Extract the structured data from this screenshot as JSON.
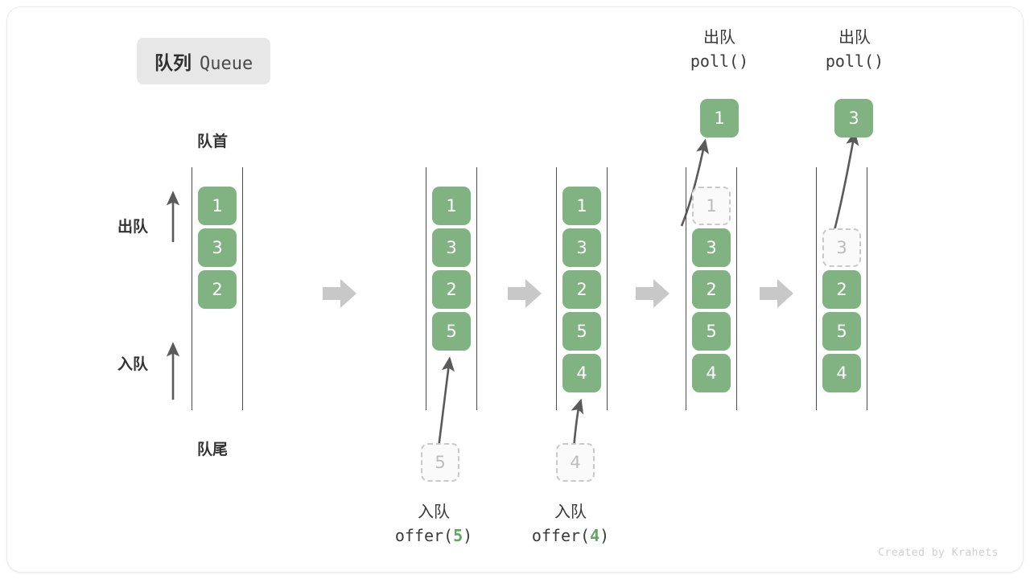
{
  "title": {
    "cn": "队列",
    "en": "Queue"
  },
  "axis_labels": {
    "head": "队首",
    "tail": "队尾",
    "dequeue": "出队",
    "enqueue": "入队"
  },
  "credit": "Created by Krahets",
  "colors": {
    "cell_fill": "#81b281",
    "cell_text": "#ffffff",
    "ghost_border": "#c9c9c9",
    "ghost_text": "#bcbcbc",
    "rail": "#4d4d4d",
    "step_arrow": "#c8c8c8",
    "badge_bg": "#e7e7e7",
    "accent_number": "#60a561"
  },
  "operations": [
    {
      "id": "offer5",
      "cn": "入队",
      "fn_prefix": "offer(",
      "value": "5",
      "fn_suffix": ")",
      "position": "bottom"
    },
    {
      "id": "offer4",
      "cn": "入队",
      "fn_prefix": "offer(",
      "value": "4",
      "fn_suffix": ")",
      "position": "bottom"
    },
    {
      "id": "poll1",
      "cn": "出队",
      "fn_prefix": "poll(",
      "value": "",
      "fn_suffix": ")",
      "position": "top"
    },
    {
      "id": "poll2",
      "cn": "出队",
      "fn_prefix": "poll(",
      "value": "",
      "fn_suffix": ")",
      "position": "top"
    }
  ],
  "stages": [
    {
      "id": "stage-initial",
      "cells": [
        {
          "value": "1",
          "state": "filled"
        },
        {
          "value": "3",
          "state": "filled"
        },
        {
          "value": "2",
          "state": "filled"
        }
      ]
    },
    {
      "id": "stage-after-offer-5",
      "cells": [
        {
          "value": "1",
          "state": "filled"
        },
        {
          "value": "3",
          "state": "filled"
        },
        {
          "value": "2",
          "state": "filled"
        },
        {
          "value": "5",
          "state": "filled"
        }
      ],
      "incoming": {
        "value": "5",
        "state": "ghost"
      }
    },
    {
      "id": "stage-after-offer-4",
      "cells": [
        {
          "value": "1",
          "state": "filled"
        },
        {
          "value": "3",
          "state": "filled"
        },
        {
          "value": "2",
          "state": "filled"
        },
        {
          "value": "5",
          "state": "filled"
        },
        {
          "value": "4",
          "state": "filled"
        }
      ],
      "incoming": {
        "value": "4",
        "state": "ghost"
      }
    },
    {
      "id": "stage-after-poll-1",
      "cells": [
        {
          "value": "1",
          "state": "ghost"
        },
        {
          "value": "3",
          "state": "filled"
        },
        {
          "value": "2",
          "state": "filled"
        },
        {
          "value": "5",
          "state": "filled"
        },
        {
          "value": "4",
          "state": "filled"
        }
      ],
      "outgoing": {
        "value": "1",
        "state": "filled"
      }
    },
    {
      "id": "stage-after-poll-2",
      "cells": [
        {
          "value": "",
          "state": "empty"
        },
        {
          "value": "3",
          "state": "ghost"
        },
        {
          "value": "2",
          "state": "filled"
        },
        {
          "value": "5",
          "state": "filled"
        },
        {
          "value": "4",
          "state": "filled"
        }
      ],
      "outgoing": {
        "value": "3",
        "state": "filled"
      }
    }
  ]
}
